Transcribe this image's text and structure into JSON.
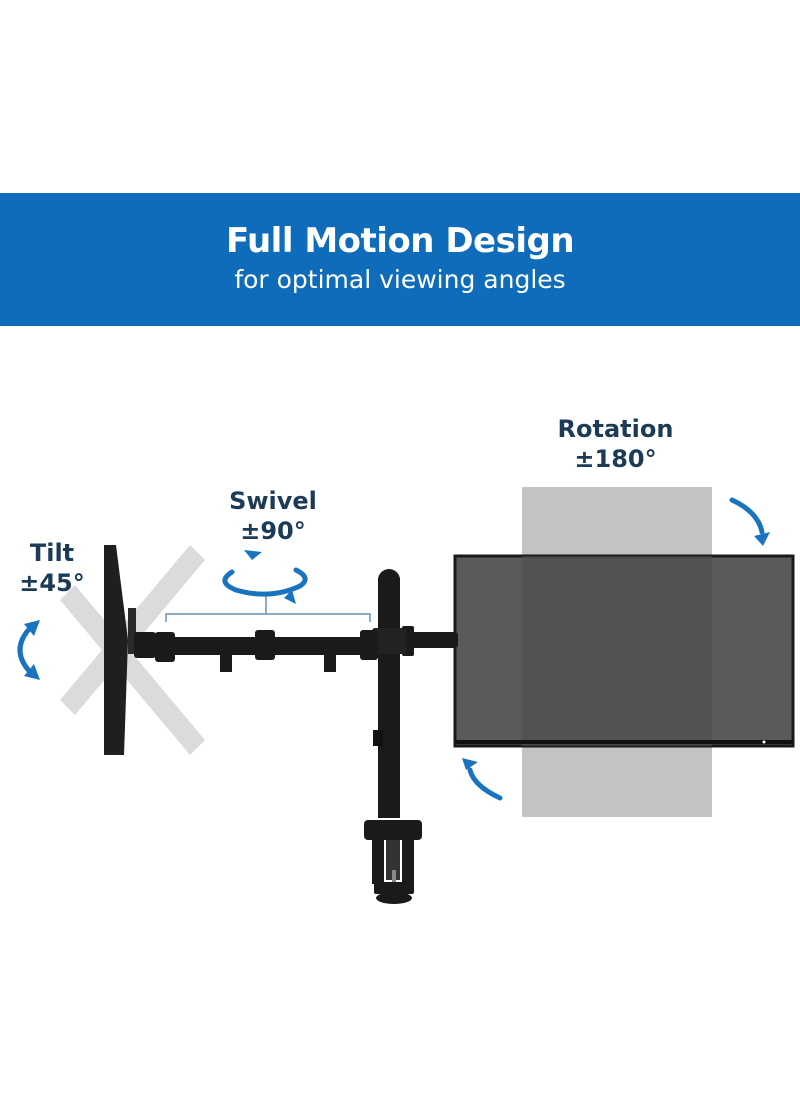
{
  "banner": {
    "title": "Full Motion Design",
    "subtitle": "for optimal viewing angles"
  },
  "labels": {
    "tilt": {
      "name": "Tilt",
      "range": "±45°"
    },
    "swivel": {
      "name": "Swivel",
      "range": "±90°"
    },
    "rotation": {
      "name": "Rotation",
      "range": "±180°"
    }
  },
  "colors": {
    "banner": "#0e6cba",
    "arrow": "#1a73bf",
    "label": "#1c3b57",
    "monitor": "#595959",
    "mount": "#1a1a1a"
  },
  "icons": [
    "rotate-cw-arrow-icon",
    "rotate-ccw-arrow-icon",
    "swivel-arrow-icon",
    "tilt-arrow-icon"
  ]
}
